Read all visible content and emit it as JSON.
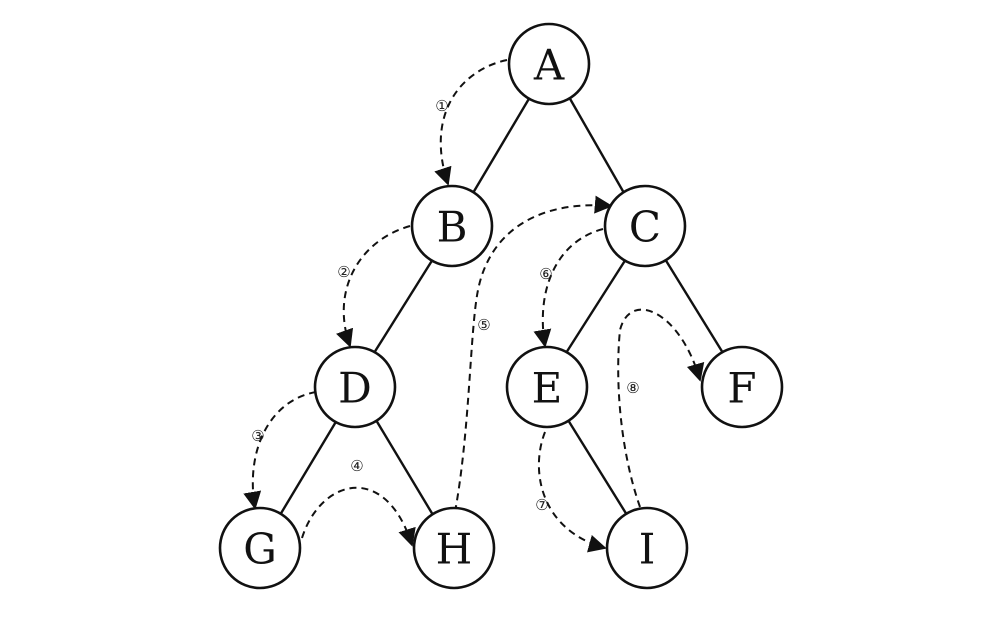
{
  "nodes": [
    {
      "id": "A",
      "label": "A"
    },
    {
      "id": "B",
      "label": "B"
    },
    {
      "id": "C",
      "label": "C"
    },
    {
      "id": "D",
      "label": "D"
    },
    {
      "id": "E",
      "label": "E"
    },
    {
      "id": "F",
      "label": "F"
    },
    {
      "id": "G",
      "label": "G"
    },
    {
      "id": "H",
      "label": "H"
    },
    {
      "id": "I",
      "label": "I"
    }
  ],
  "edges": [
    {
      "from": "A",
      "to": "B"
    },
    {
      "from": "A",
      "to": "C"
    },
    {
      "from": "B",
      "to": "D"
    },
    {
      "from": "D",
      "to": "G"
    },
    {
      "from": "D",
      "to": "H"
    },
    {
      "from": "C",
      "to": "E"
    },
    {
      "from": "C",
      "to": "F"
    },
    {
      "from": "E",
      "to": "I"
    }
  ],
  "traversal": [
    {
      "step": "1",
      "label": "①",
      "from": "A",
      "to": "B"
    },
    {
      "step": "2",
      "label": "②",
      "from": "B",
      "to": "D"
    },
    {
      "step": "3",
      "label": "③",
      "from": "D",
      "to": "G"
    },
    {
      "step": "4",
      "label": "④",
      "from": "G",
      "to": "H"
    },
    {
      "step": "5",
      "label": "⑤",
      "from": "H",
      "to": "C"
    },
    {
      "step": "6",
      "label": "⑥",
      "from": "C",
      "to": "E"
    },
    {
      "step": "7",
      "label": "⑦",
      "from": "E",
      "to": "I"
    },
    {
      "step": "8",
      "label": "⑧",
      "from": "I",
      "to": "F"
    }
  ]
}
